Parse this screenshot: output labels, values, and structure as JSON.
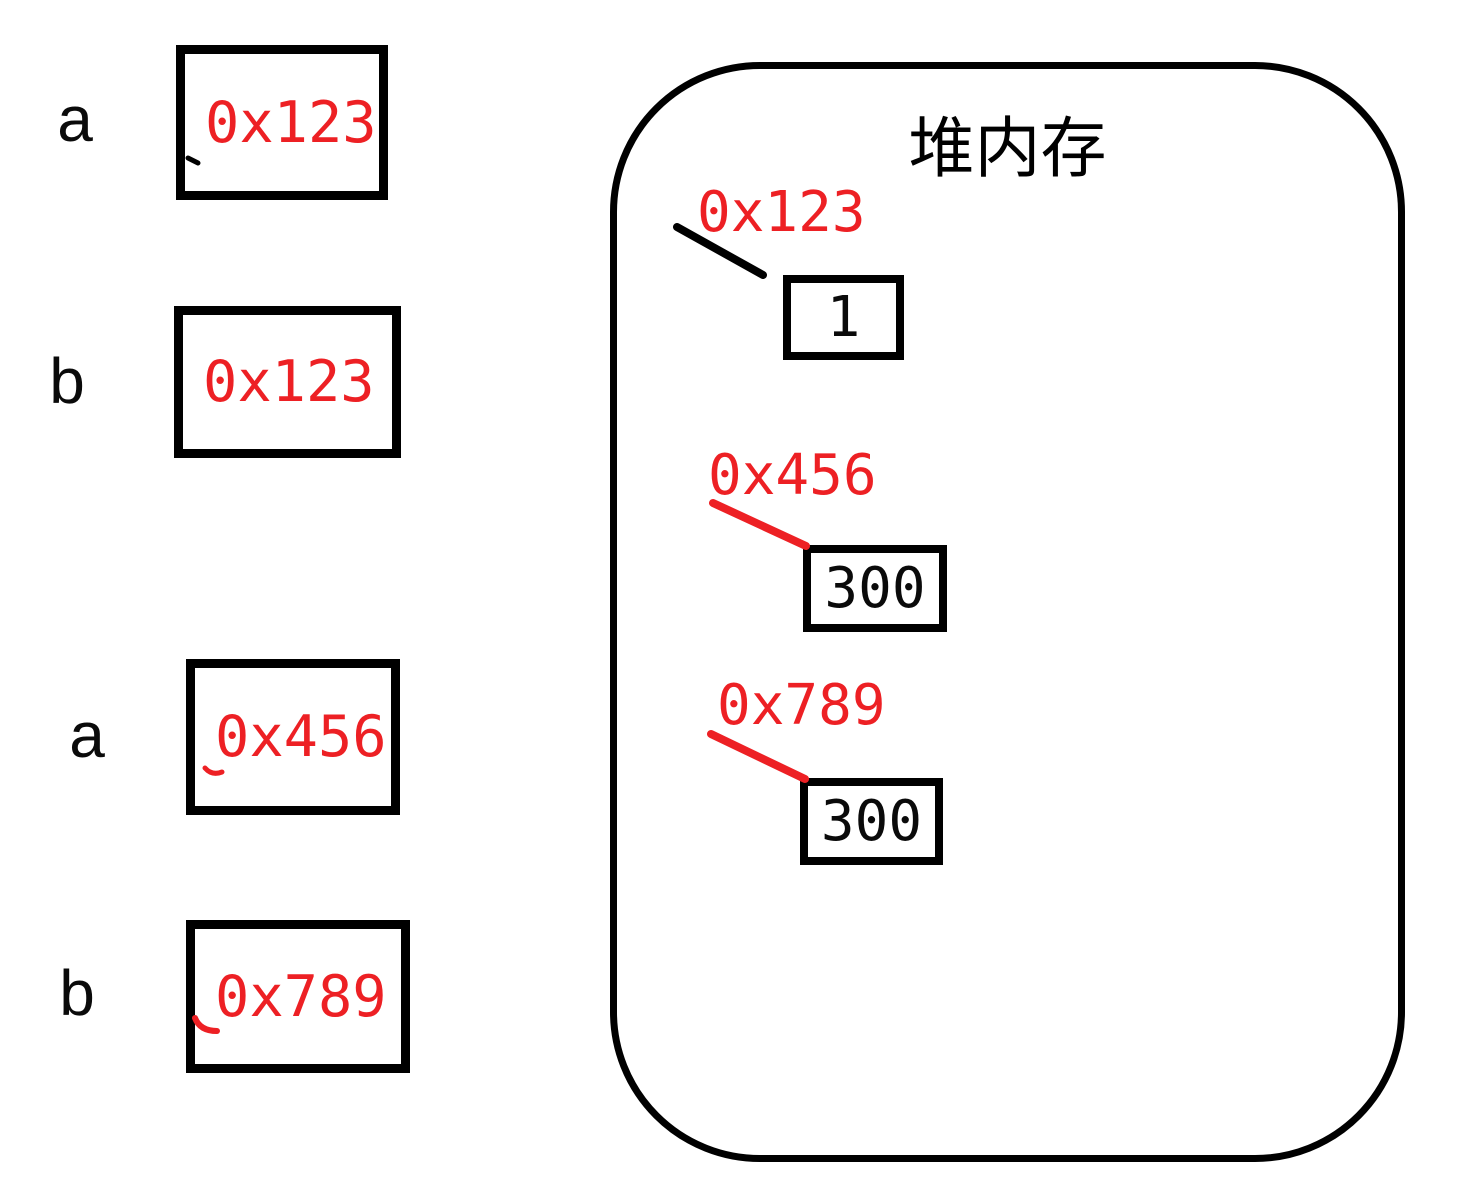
{
  "diagram": {
    "colors": {
      "accent_red": "#ed2024",
      "line_black": "#000000",
      "background": "#ffffff"
    },
    "stack": {
      "items": [
        {
          "label": "a",
          "value": "0x123"
        },
        {
          "label": "b",
          "value": "0x123"
        },
        {
          "label": "a",
          "value": "0x456"
        },
        {
          "label": "b",
          "value": "0x789"
        }
      ]
    },
    "heap": {
      "title": "堆内存",
      "cells": [
        {
          "address": "0x123",
          "value": "1"
        },
        {
          "address": "0x456",
          "value": "300"
        },
        {
          "address": "0x789",
          "value": "300"
        }
      ]
    }
  }
}
